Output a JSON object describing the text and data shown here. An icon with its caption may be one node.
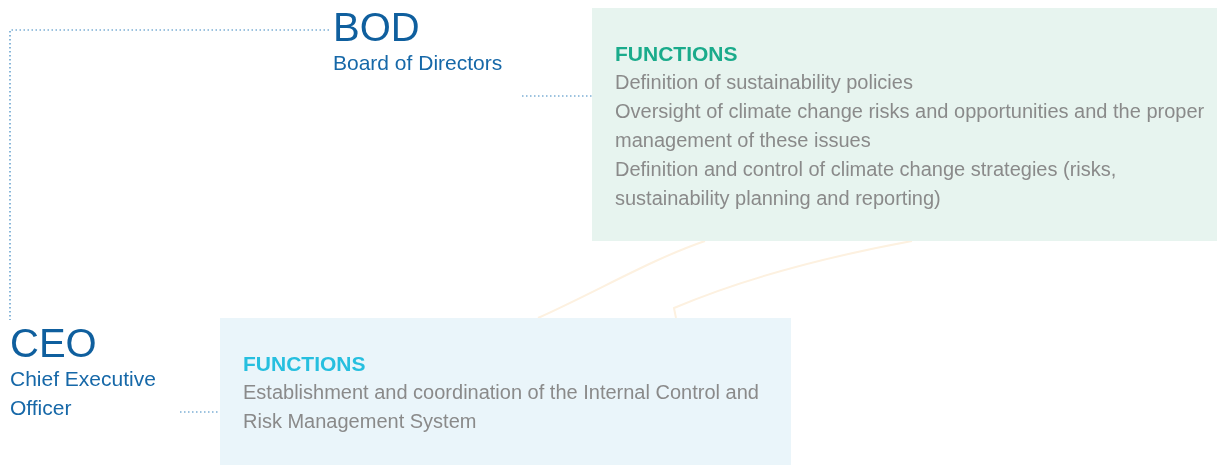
{
  "diagram": {
    "nodes": [
      {
        "text": [
          "BOD",
          "Board of Directors"
        ]
      },
      {
        "text": [
          "FUNCTIONS",
          "Definition of sustainability policies",
          "Oversight of climate change risks and opportunities and the proper management of these issues",
          "Definition and control of climate change strategies (risks, sustainability planning and reporting)"
        ]
      },
      {
        "text": [
          "CEO",
          "Chief Executive Officer"
        ]
      },
      {
        "text": [
          "FUNCTIONS",
          "Establishment and coordination of the Internal Control and Risk Management System"
        ]
      }
    ],
    "edges": [
      {
        "from": 0,
        "to": 2,
        "arrow": "none"
      },
      {
        "from": 0,
        "to": 1,
        "arrow": "none"
      },
      {
        "from": 2,
        "to": 3,
        "arrow": "none"
      }
    ]
  }
}
